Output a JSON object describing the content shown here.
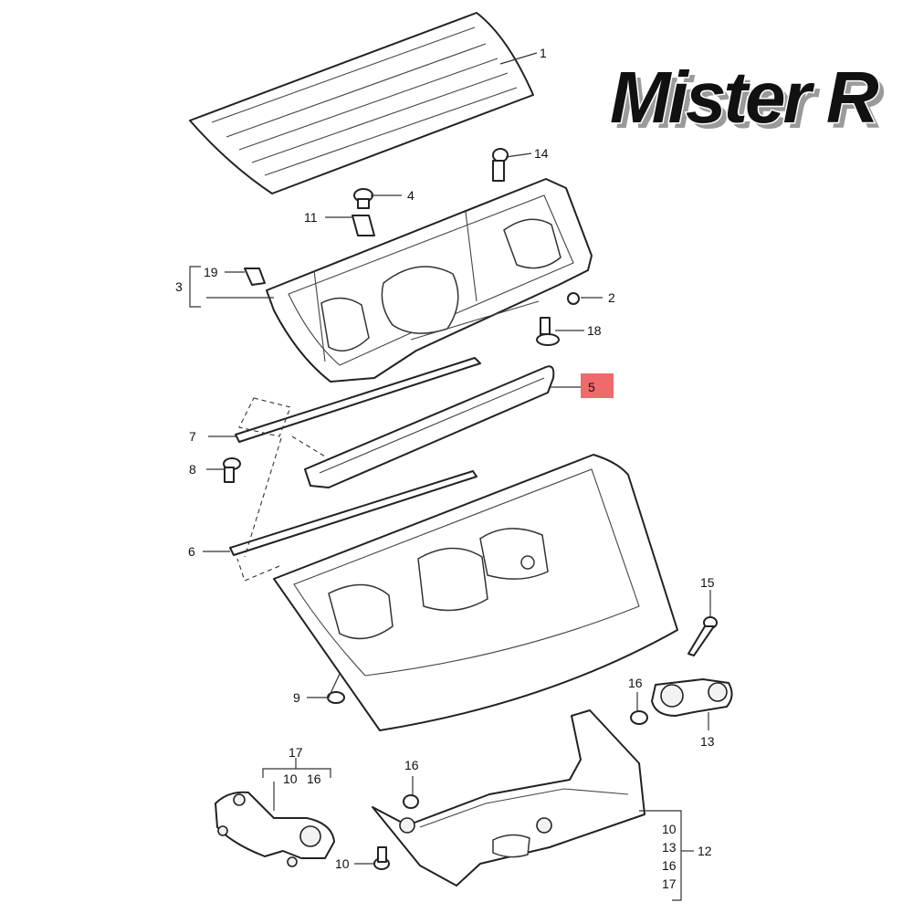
{
  "watermark": {
    "text": "Mister R"
  },
  "callouts": {
    "c1": "1",
    "c2": "2",
    "c3": "3",
    "c4": "4",
    "c5": "5",
    "c6": "6",
    "c7": "7",
    "c8": "8",
    "c9": "9",
    "c10": "10",
    "c11": "11",
    "c12": "12",
    "c13": "13",
    "c14": "14",
    "c15": "15",
    "c16": "16",
    "c16b": "16",
    "c17": "17",
    "c18": "18",
    "c19": "19",
    "g17_a": "10",
    "g17_b": "16",
    "g12_a": "10",
    "g12_b": "13",
    "g12_c": "16",
    "g12_d": "17"
  },
  "highlight": {
    "part": "5",
    "color": "#ef6a6a"
  }
}
